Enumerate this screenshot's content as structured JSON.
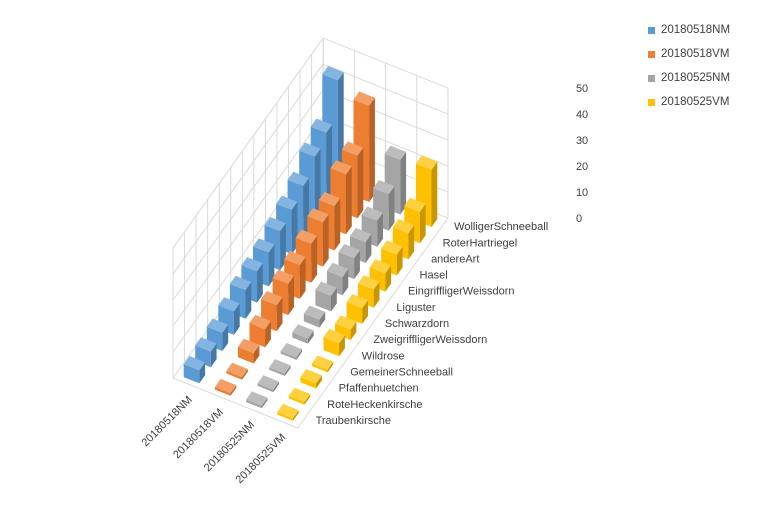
{
  "chart_data": {
    "type": "bar",
    "variant": "3d-column",
    "title": "",
    "xlabel": "",
    "ylabel": "",
    "ylim": [
      0,
      50
    ],
    "yticks": [
      "0",
      "10",
      "20",
      "30",
      "40",
      "50"
    ],
    "grid": true,
    "legend_position": "top-right",
    "categories": [
      "Traubenkirsche",
      "RoteHeckenkirsche",
      "Pfaffenhuetchen",
      "GemeinerSchneeball",
      "Wildrose",
      "ZweigriffligerWeissdorn",
      "Schwarzdorn",
      "Liguster",
      "EingriffligerWeissdorn",
      "Hasel",
      "andereArt",
      "RoterHartriegel",
      "WolligerSchneeball"
    ],
    "series": [
      {
        "name": "20180518NM",
        "color": "#5b9bd5",
        "values": [
          5,
          6,
          7,
          9,
          11,
          12,
          13,
          15,
          17,
          20,
          25,
          28,
          42
        ]
      },
      {
        "name": "20180518VM",
        "color": "#ed7d31",
        "values": [
          1,
          1,
          4,
          7,
          10,
          12,
          13,
          15,
          17,
          17,
          23,
          24,
          37
        ]
      },
      {
        "name": "20180525NM",
        "color": "#a5a5a5",
        "values": [
          1,
          1,
          1,
          1,
          2,
          3,
          6,
          7,
          8,
          8,
          10,
          14,
          21
        ]
      },
      {
        "name": "20180525VM",
        "color": "#ffc000",
        "values": [
          1,
          1,
          2,
          1,
          5,
          4,
          6,
          7,
          7,
          8,
          10,
          12,
          22
        ]
      }
    ]
  }
}
